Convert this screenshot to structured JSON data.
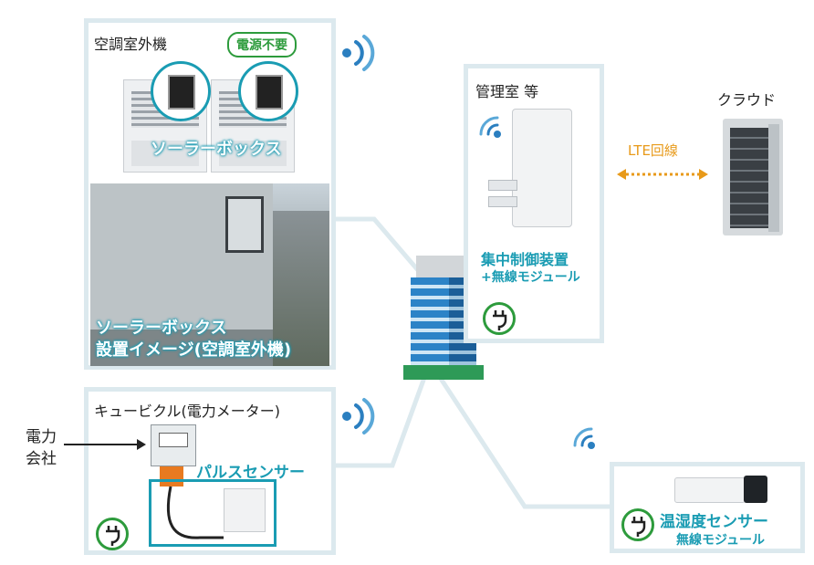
{
  "aircon": {
    "title": "空調室外機",
    "badge": "電源不要",
    "solar_label": "ソーラーボックス",
    "photo_caption_line1": "ソーラーボックス",
    "photo_caption_line2": "設置イメージ(空調室外機)"
  },
  "cubicle": {
    "title": "キュービクル(電力メーター)",
    "pulse_label": "パルスセンサー",
    "power_company_line1": "電力",
    "power_company_line2": "会社"
  },
  "control_room": {
    "title": "管理室 等",
    "device_line1": "集中制御装置",
    "device_line2": "+無線モジュール"
  },
  "cloud": {
    "title": "クラウド",
    "lte_label": "LTE回線"
  },
  "sensor": {
    "line1": "温湿度センサー",
    "line2": "無線モジュール"
  },
  "colors": {
    "teal": "#1a9cb3",
    "green": "#2d9b3c",
    "orange": "#e89a1a",
    "panel_border": "#dce9ee",
    "wifi_blue": "#2b7fc0"
  },
  "icons": [
    "wifi-icon",
    "plug-icon",
    "building-icon",
    "server-rack-icon",
    "arrow-icon"
  ]
}
